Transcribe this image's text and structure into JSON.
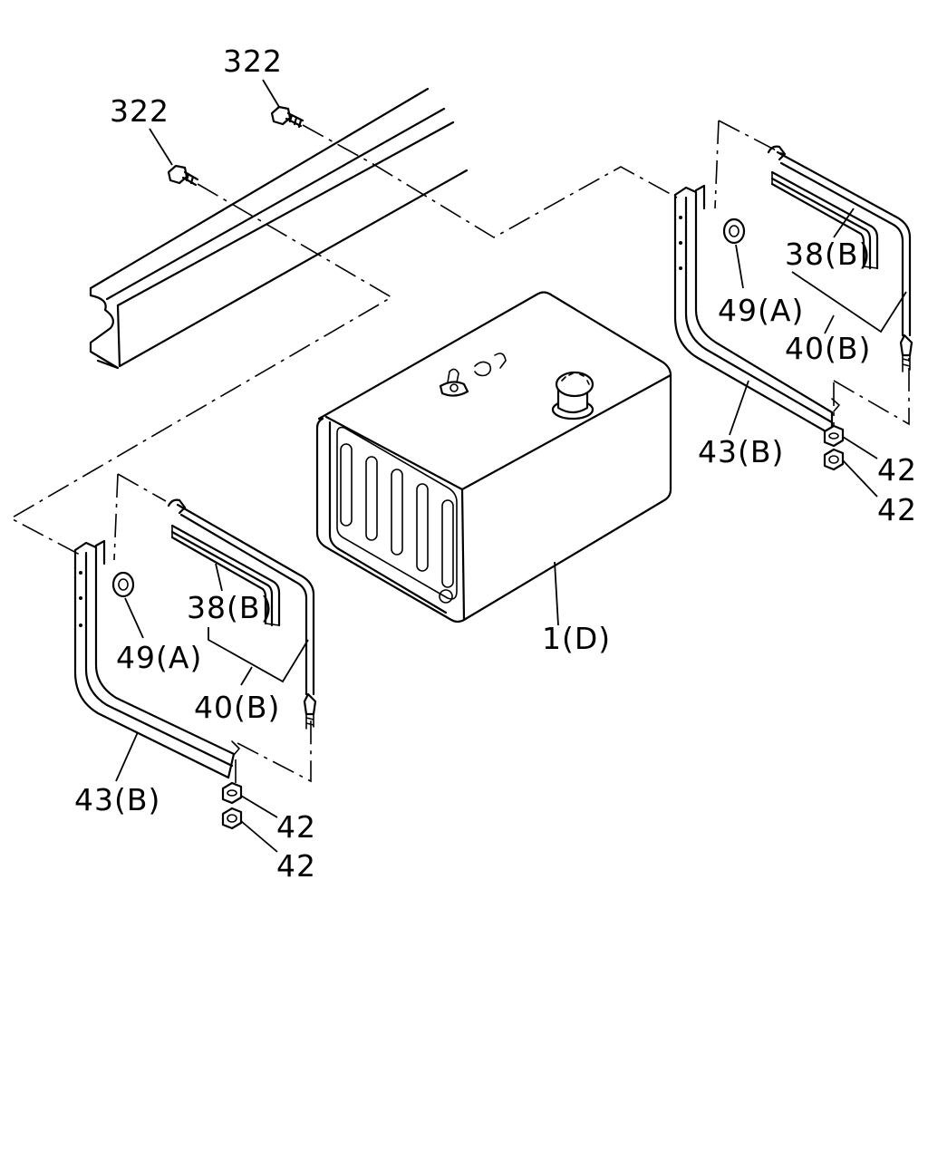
{
  "labels": {
    "bolt_top": "322",
    "bolt_left": "322",
    "tank": "1(D)",
    "right_band_strip": "38(B)",
    "right_nut_a": "49(A)",
    "right_band": "40(B)",
    "right_bracket": "43(B)",
    "right_nut_1": "42",
    "right_nut_2": "42",
    "left_band_strip": "38(B)",
    "left_nut_a": "49(A)",
    "left_band": "40(B)",
    "left_bracket": "43(B)",
    "left_nut_1": "42",
    "left_nut_2": "42"
  }
}
